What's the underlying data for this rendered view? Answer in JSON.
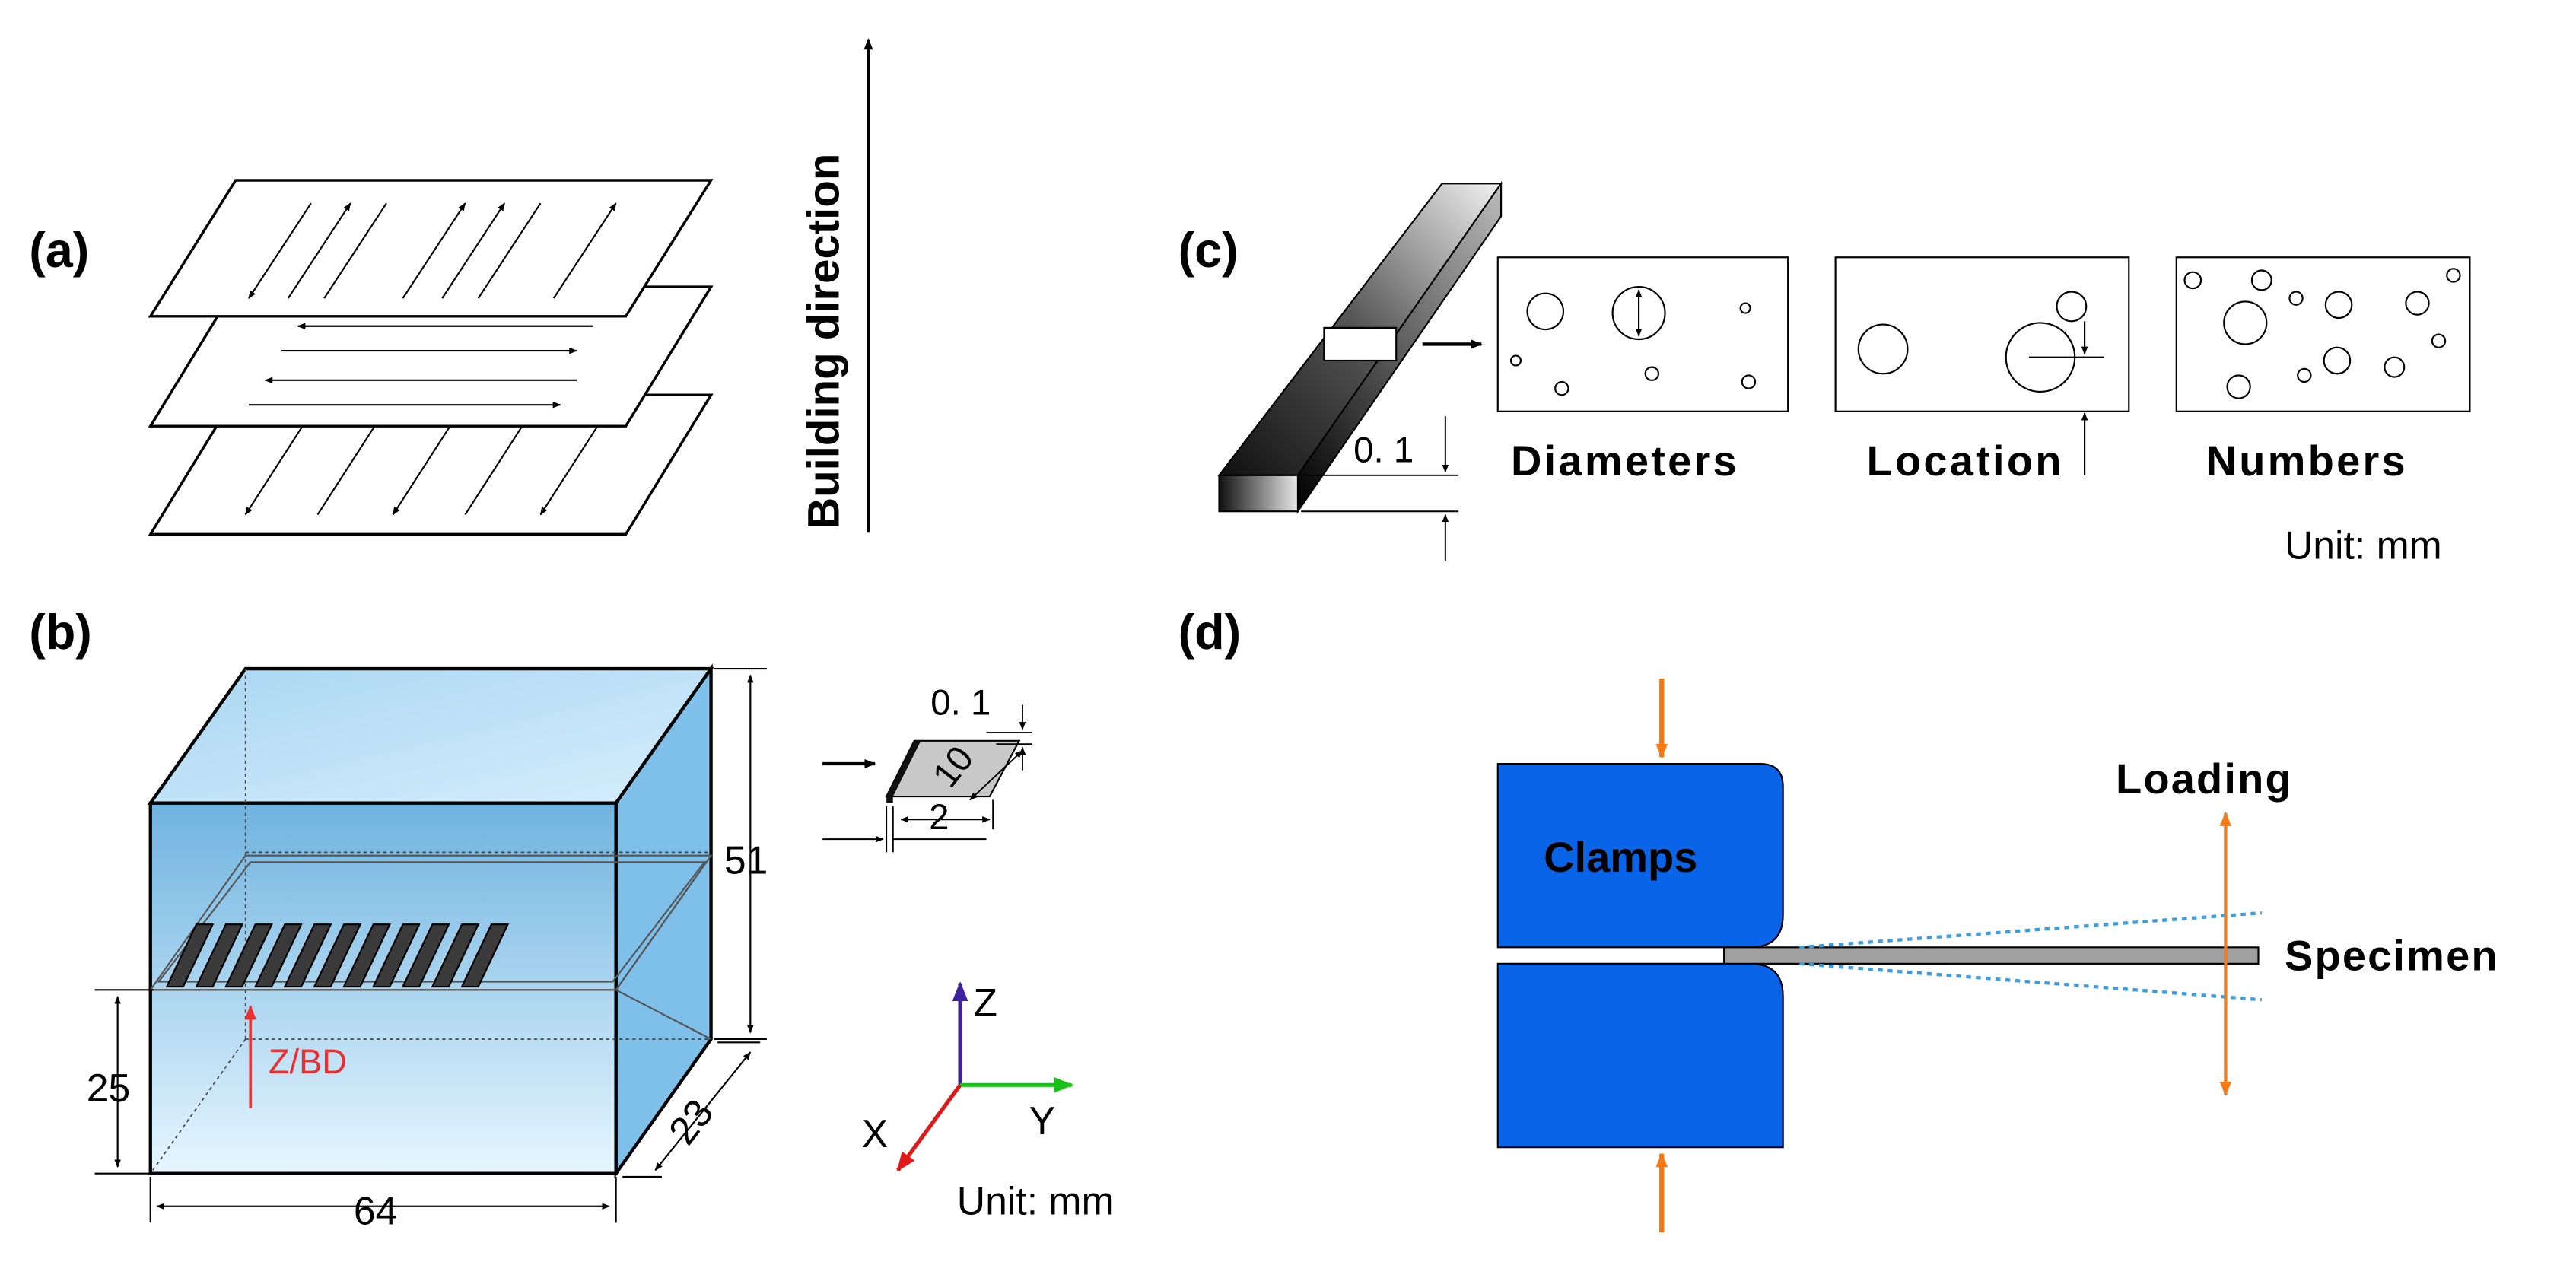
{
  "panels": {
    "a": {
      "label": "(a)",
      "direction_label": "Building direction"
    },
    "b": {
      "label": "(b)",
      "dims": {
        "height": "51",
        "lower": "25",
        "width": "64",
        "depth": "23"
      },
      "specimen_dims": {
        "thickness": "0. 1",
        "length": "10",
        "width": "2"
      },
      "bd_label": "Z/BD",
      "axes": {
        "z": "Z",
        "y": "Y",
        "x": "X"
      },
      "unit": "Unit: mm",
      "colors": {
        "box_top": "#6fb3df",
        "box_bottom": "#e6f6ff",
        "bd_arrow": "#e83030",
        "axis_z": "#3c20a0",
        "axis_y": "#18c018",
        "axis_x": "#e01818"
      }
    },
    "c": {
      "label": "(c)",
      "thickness_label": "0. 1",
      "categories": [
        "Diameters",
        "Location",
        "Numbers"
      ],
      "unit": "Unit: mm"
    },
    "d": {
      "label": "(d)",
      "clamps_label": "Clamps",
      "loading_label": "Loading",
      "specimen_label": "Specimen",
      "colors": {
        "clamp": "#0a64e8",
        "arrow": "#f57a14",
        "specimen": "#a0a0a0",
        "deflection": "#3a9ee0"
      }
    }
  }
}
